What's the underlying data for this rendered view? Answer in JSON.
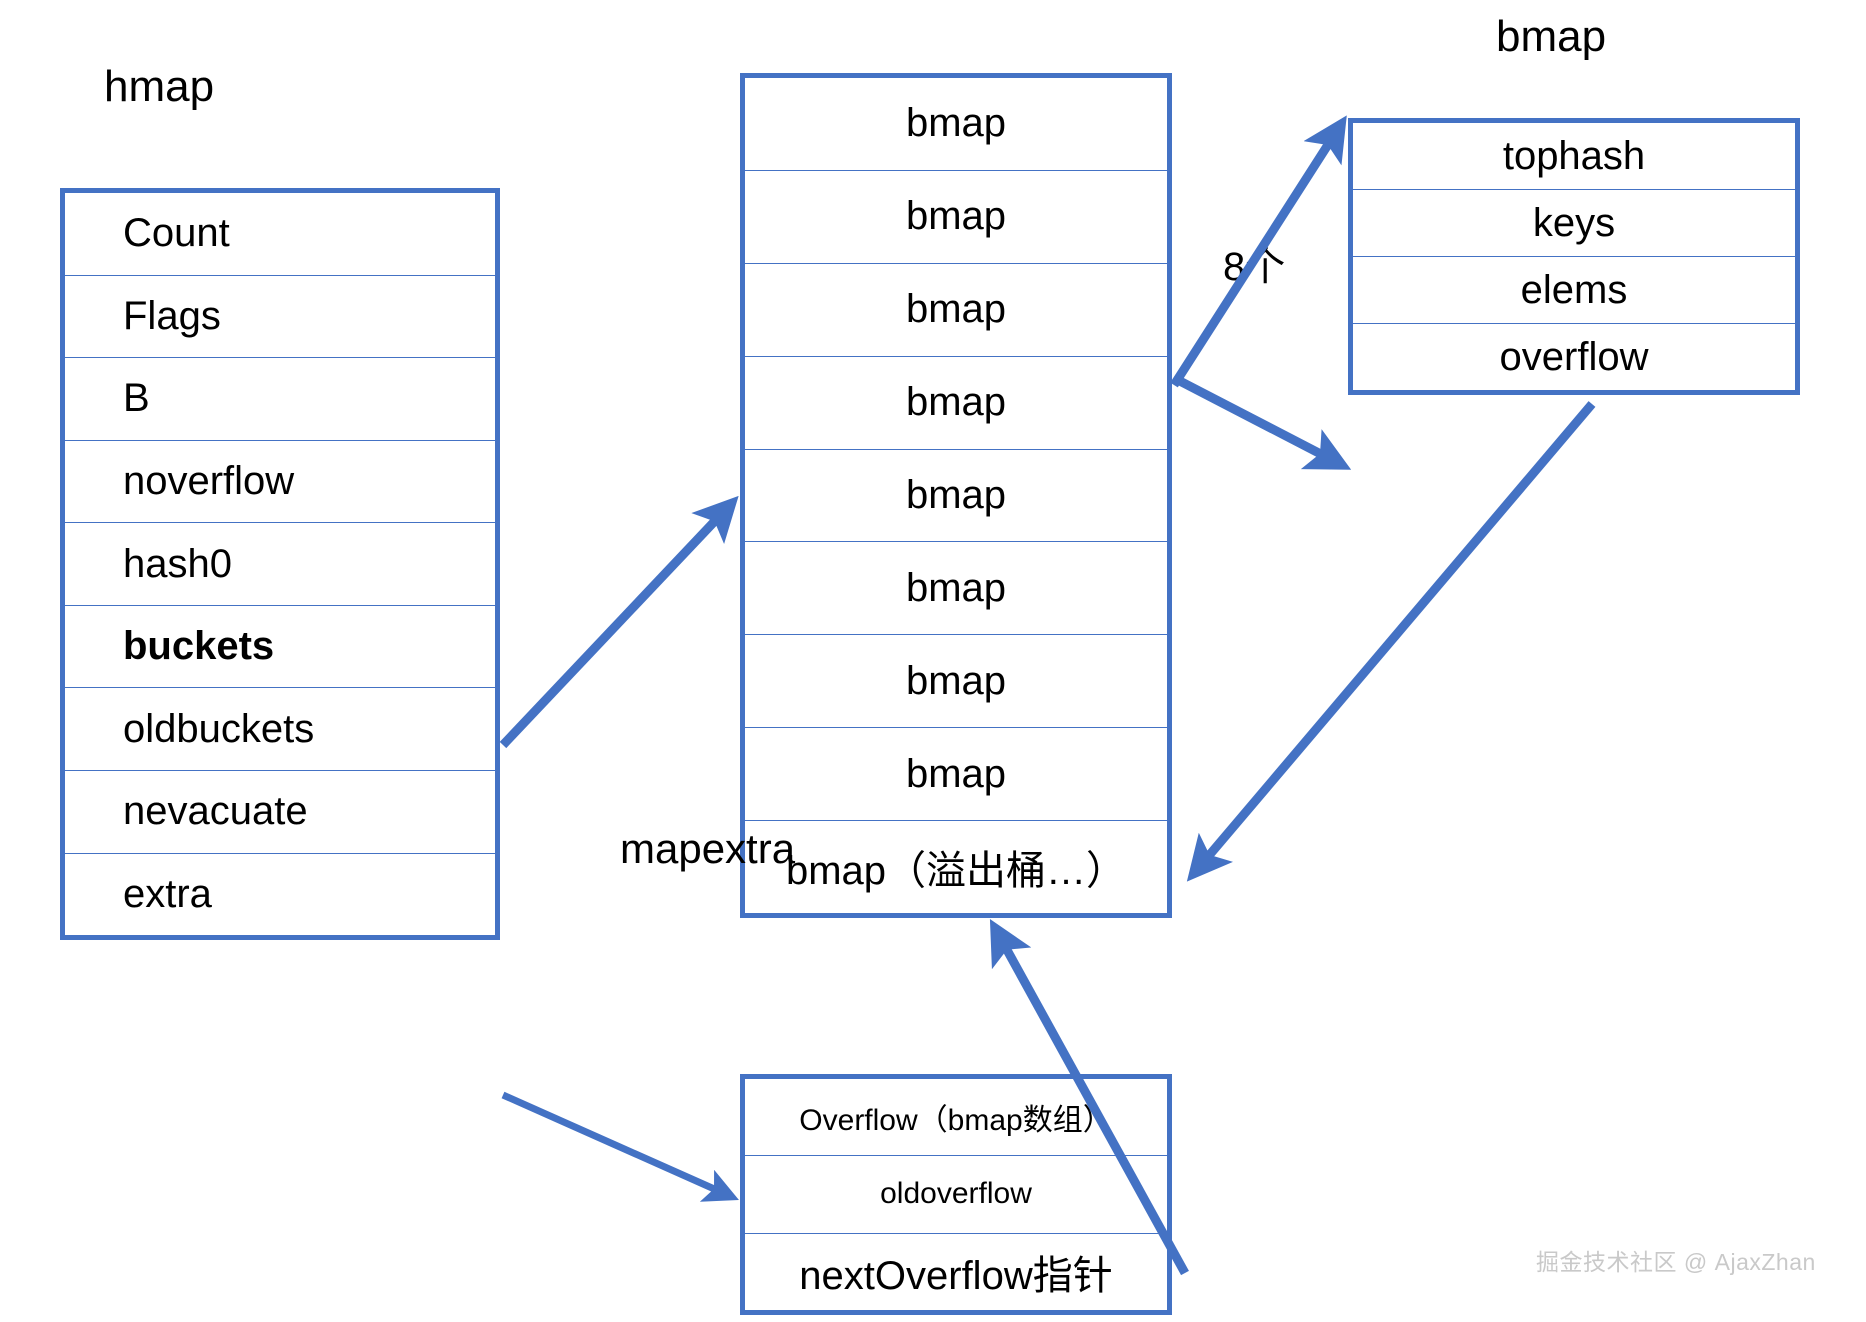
{
  "colors": {
    "accent": "#4472c4",
    "text": "#000000",
    "background": "#ffffff",
    "watermark": "#c9c9c9"
  },
  "hmap": {
    "caption": "hmap",
    "fields": [
      {
        "label": "Count",
        "bold": false
      },
      {
        "label": "Flags",
        "bold": false
      },
      {
        "label": "B",
        "bold": false
      },
      {
        "label": "noverflow",
        "bold": false
      },
      {
        "label": "hash0",
        "bold": false
      },
      {
        "label": "buckets",
        "bold": true
      },
      {
        "label": "oldbuckets",
        "bold": false
      },
      {
        "label": "nevacuate",
        "bold": false
      },
      {
        "label": "extra",
        "bold": false
      }
    ]
  },
  "buckets": {
    "rows": [
      "bmap",
      "bmap",
      "bmap",
      "bmap",
      "bmap",
      "bmap",
      "bmap",
      "bmap",
      "bmap（溢出桶…）"
    ]
  },
  "bmap_detail": {
    "caption": "bmap",
    "fields": [
      "tophash",
      "keys",
      "elems",
      "overflow"
    ]
  },
  "mapextra": {
    "caption": "mapextra",
    "fields": [
      "Overflow（bmap数组）",
      "oldoverflow",
      "nextOverflow指针"
    ]
  },
  "annotations": {
    "bucket_count": "8个"
  },
  "watermark": {
    "text": "掘金技术社区 @ AjaxZhan"
  }
}
